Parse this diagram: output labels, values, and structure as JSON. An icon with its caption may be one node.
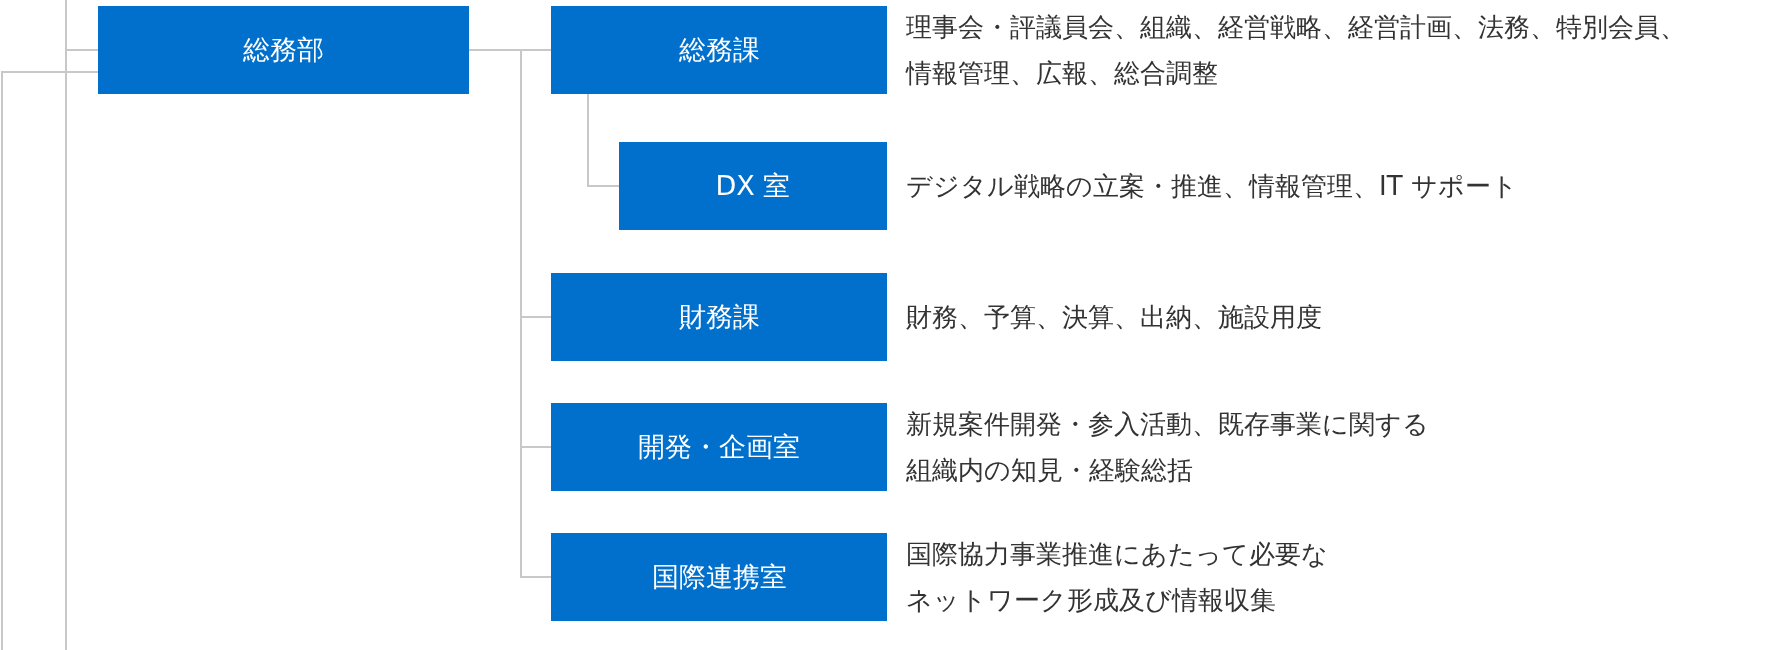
{
  "diagram": {
    "nodes": [
      {
        "text": [
          "総務部"
        ]
      },
      {
        "text": [
          "総務課"
        ],
        "beside": [
          "理事会・評議員会、組織、経営戦略、経営計画、法務、特別会員、情報管理、広報、総合調整"
        ]
      },
      {
        "text": [
          "DX 室"
        ],
        "beside": [
          "デジタル戦略の立案・推進、情報管理、IT サポート"
        ]
      },
      {
        "text": [
          "財務課"
        ],
        "beside": [
          "財務、予算、決算、出納、施設用度"
        ]
      },
      {
        "text": [
          "開発・企画室"
        ],
        "beside": [
          "新規案件開発・参入活動、既存事業に関する組織内の知見・経験総括"
        ]
      },
      {
        "text": [
          "国際連携室"
        ],
        "beside": [
          "国際協力事業推進にあたって必要なネットワーク形成及び情報収集"
        ]
      }
    ],
    "edges": [
      {
        "from": null,
        "to": 0,
        "arrow": "none"
      },
      {
        "from": null,
        "to": 0,
        "arrow": "none"
      },
      {
        "from": 0,
        "to": 1,
        "arrow": "none"
      },
      {
        "from": 1,
        "to": 2,
        "arrow": "none"
      },
      {
        "from": 0,
        "to": 3,
        "arrow": "none"
      },
      {
        "from": 0,
        "to": 4,
        "arrow": "none"
      },
      {
        "from": 0,
        "to": 5,
        "arrow": "none"
      }
    ]
  }
}
